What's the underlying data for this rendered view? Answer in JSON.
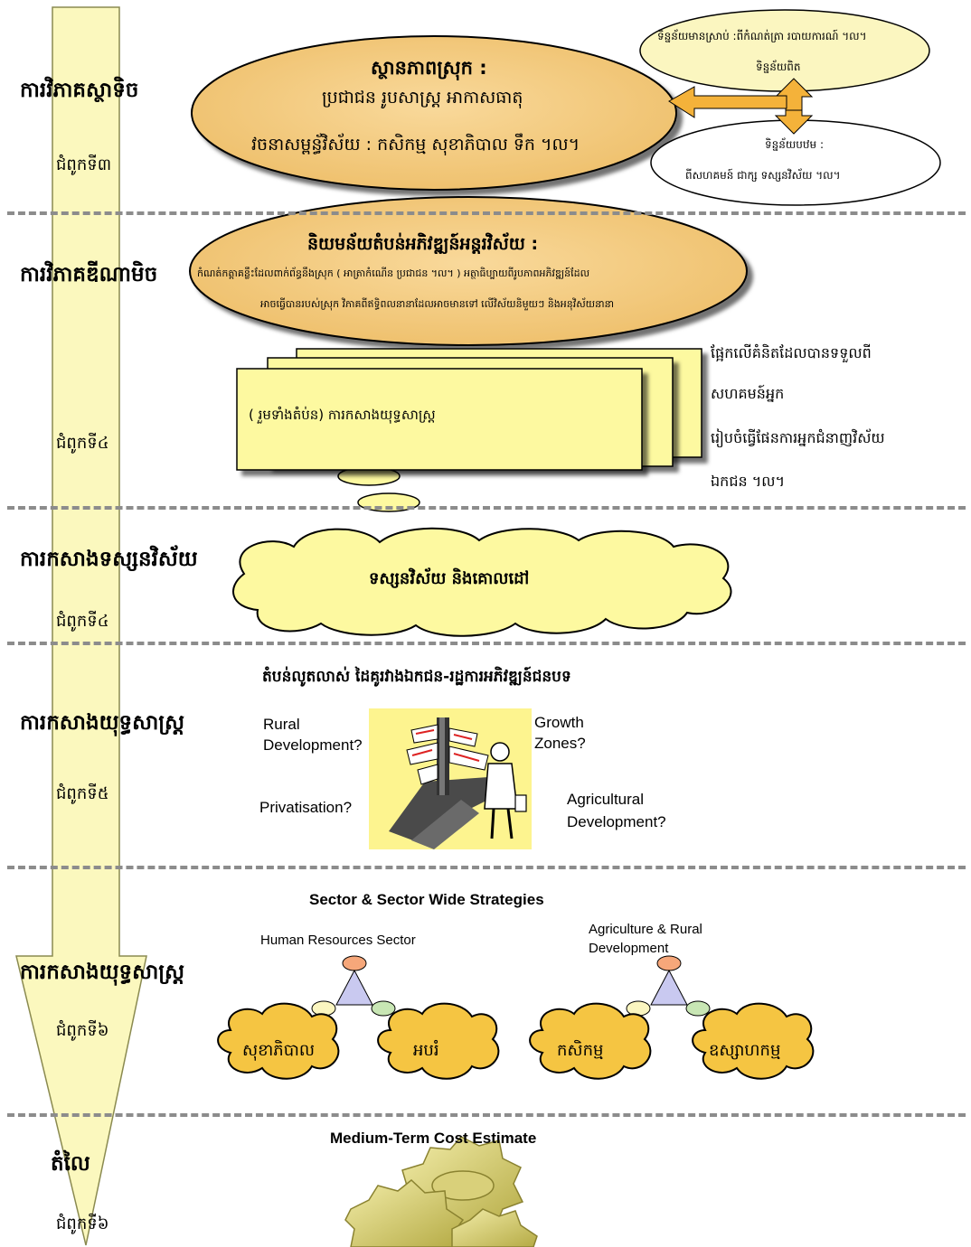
{
  "stages": [
    {
      "title": "ការវិភាគស្ថាទិច",
      "chapter": "ជំពូកទី៣"
    },
    {
      "title": "ការវិភាគឌីណាមិច",
      "chapter": "ជំពូកទី៤"
    },
    {
      "title": "ការកសាងទស្សនវិស័យ",
      "chapter": "ជំពូកទី៤"
    },
    {
      "title": "ការកសាងយុទ្ធសាស្ត្រ",
      "chapter": "ជំពូកទី៥"
    },
    {
      "title": "ការកសាងយុទ្ធសាស្ត្រ",
      "chapter": "ជំពូកទី៦"
    },
    {
      "title": "តំលៃ",
      "chapter": "ជំពូកទី៦"
    }
  ],
  "static": {
    "title": "ស្ថានភាពស្រុក :",
    "line1": "ប្រជាជន រូបសាស្ត្រ អាកាសធាតុ",
    "line2": "វចនាសម្ពន្ធ័វិស័យ : កសិកម្ម សុខាភិបាល ទឹក ។ល។",
    "source_top_line1": "ទិន្នន័យមានស្រាប់ :ពីកំណត់ត្រា របាយការណ៍ ។ល។",
    "source_top_line2": "ទិន្នន័យពិត",
    "source_bottom_line1": "ទិន្នន័យបឋម :",
    "source_bottom_line2": "ពីសហគមន៍ ជាក្ស ទស្សនវិស័យ ។ល។"
  },
  "dynamic": {
    "title": "និយមន័យតំបន់អភិវឌ្ឍន៍អន្តរវិស័យ :",
    "line1": "កំណត់កត្តាគន្លឹះដែលពាក់ព័ន្ធនឹងស្រុក ( អាត្រាកំណើន ប្រជាជន ។ល។ ) អត្ថាធិប្បាយពីរូបភាពអភិវឌ្ឍន៍ដែល",
    "line2": "អាចធ្វើបានរបស់ស្រុក វិភាគពីឥទ្ធិពលនានាដែលអាចមានទៅ លើវិស័យនិមួយៗ និងអនុវិស័យនានា",
    "card_text": "( រួមទាំងតំប់ន) ការកសាងយុទ្ធសាស្ត្រ",
    "side_notes": [
      "ផ្អែកលើគំនិតដែលបានទទួលពី",
      "សហគមន៍អ្នក",
      "រៀបចំធ្វើផែនការអ្នកជំនាញវិស័យ",
      "ឯកជន ។ល។"
    ]
  },
  "vision": {
    "cloud_text": "ទស្សនវិស័យ និងគោលដៅ"
  },
  "strategy": {
    "heading": "តំបន់លូតលាស់ ដៃគូរវាងឯកជន-រដ្ឋការអភិវឌ្ឍន៍ជនបទ",
    "options": [
      "Rural Development?",
      "Growth Zones?",
      "Privatisation?",
      "Agricultural Development?"
    ],
    "picture_icon": "signpost-man-icon"
  },
  "sector": {
    "heading": "Sector & Sector Wide Strategies",
    "group1_label": "Human Resources Sector",
    "group2_label": "Agriculture & Rural Development",
    "clouds": [
      "សុខាភិបាល",
      "អបរំ",
      "កសិកម្ម",
      "ឧស្សាហកម្ម"
    ]
  },
  "cost": {
    "heading": "Medium-Term Cost Estimate",
    "picture_icon": "gears-icon"
  },
  "colors": {
    "arrow_fill": "#fbf8be",
    "ellipse_orange": "#f1c47b",
    "ellipse_pale": "#fbf6c0",
    "cloud_yellow": "#fdf9a0",
    "cloud_orange": "#f5c542",
    "triangle": "#c9c9f0"
  }
}
